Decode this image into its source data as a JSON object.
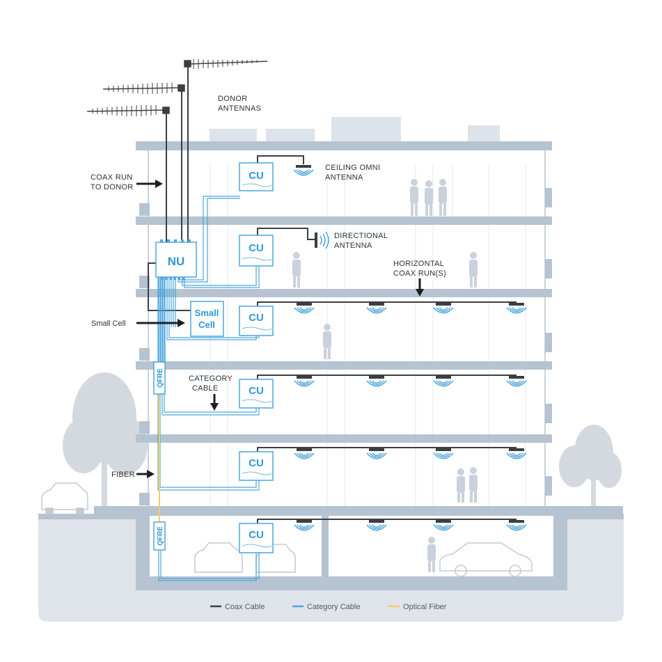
{
  "labels": {
    "donor_antennas": [
      "DONOR",
      "ANTENNAS"
    ],
    "coax_run": [
      "COAX RUN",
      "TO DONOR"
    ],
    "ceiling_omni": [
      "CEILING OMNI",
      "ANTENNA"
    ],
    "directional": [
      "DIRECTIONAL",
      "ANTENNA"
    ],
    "horizontal_coax": [
      "HORIZONTAL",
      "COAX RUN(S)"
    ],
    "small_cell_callout": "Small Cell",
    "category_cable": [
      "CATEGORY",
      "CABLE"
    ],
    "fiber": "FIBER"
  },
  "units": {
    "nu": "NU",
    "cu": "CU",
    "small_cell": [
      "Small",
      "Cell"
    ],
    "qfre": "QFRE"
  },
  "legend": [
    {
      "label": "Coax Cable",
      "color": "#3b3f44"
    },
    {
      "label": "Category Cable",
      "color": "#4aa6de"
    },
    {
      "label": "Optical Fiber",
      "color": "#f2cc62"
    }
  ],
  "colors": {
    "building": "#aebccb",
    "ground": "#dfe4ea",
    "coax": "#3b3f44",
    "category": "#4aa6de",
    "fiber": "#f2cc62",
    "unit": "#2f98d6",
    "background_element": "#c9d2dc"
  }
}
